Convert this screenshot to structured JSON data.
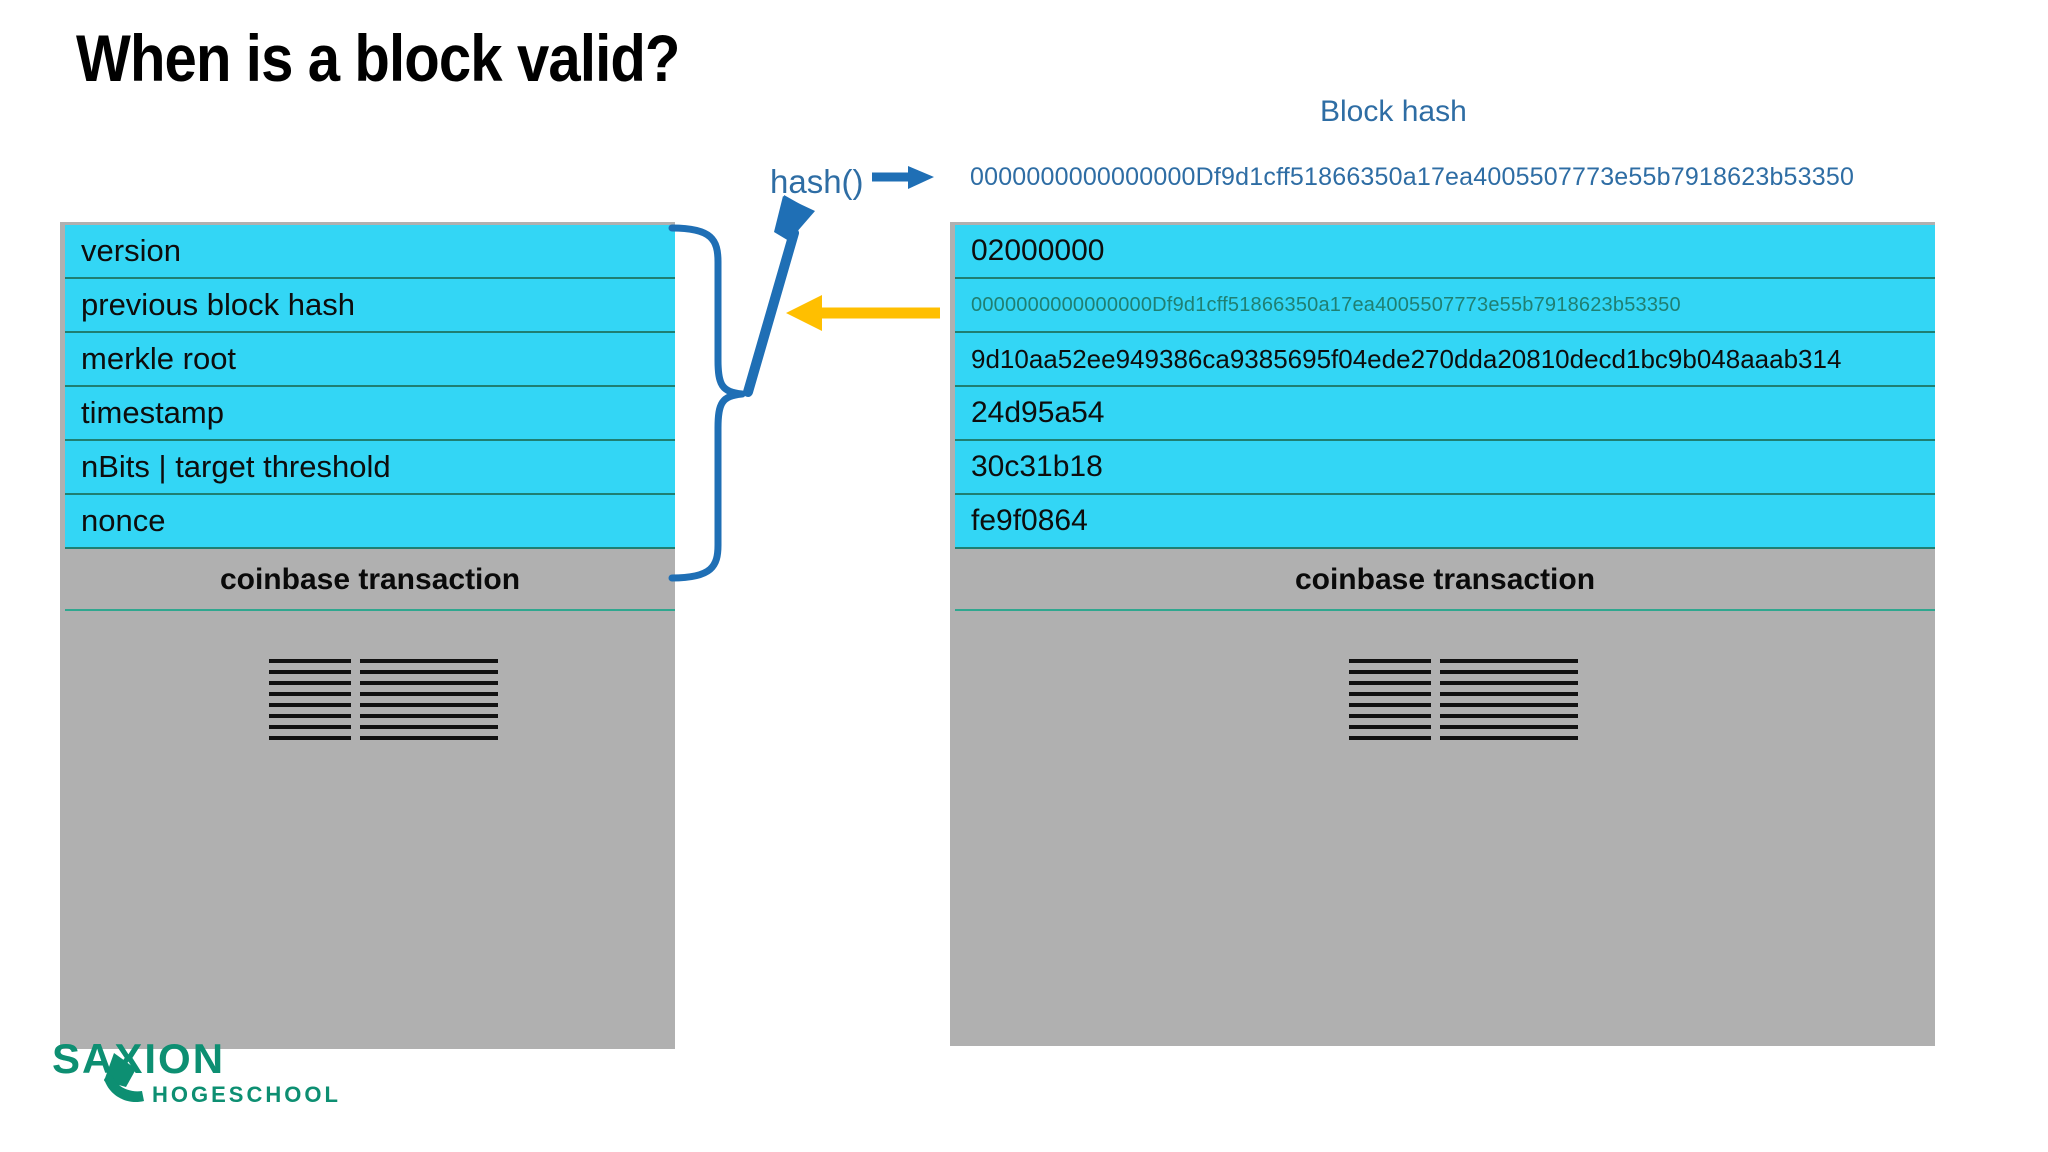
{
  "slide": {
    "title": "When is a block valid?",
    "background": "#ffffff"
  },
  "colors": {
    "header_cyan": "#33d6f5",
    "body_gray": "#b0b0b0",
    "row_border_teal": "#1f7f72",
    "accent_blue": "#1f6fb5",
    "accent_yellow": "#ffbf00",
    "label_blue": "#2e6da4",
    "logo_green": "#0d8f72",
    "hex_teal": "#1f7f72"
  },
  "left_block": {
    "name": "block-schema",
    "header_rows": [
      {
        "label": "version"
      },
      {
        "label": "previous block hash"
      },
      {
        "label": "merkle root"
      },
      {
        "label": "timestamp"
      },
      {
        "label": "nBits | target threshold"
      },
      {
        "label": "nonce"
      }
    ],
    "coinbase_label": "coinbase transaction"
  },
  "right_block": {
    "name": "block-example",
    "header_rows": [
      {
        "label": "02000000",
        "style": "normal"
      },
      {
        "label": "0000000000000000Df9d1cff51866350a17ea4005507773e55b7918623b53350",
        "style": "hexsmall"
      },
      {
        "label": "9d10aa52ee949386ca9385695f04ede270dda20810decd1bc9b048aaab314",
        "style": "normal"
      },
      {
        "label": "24d95a54",
        "style": "normal"
      },
      {
        "label": "30c31b18",
        "style": "normal"
      },
      {
        "label": "fe9f0864",
        "style": "normal"
      }
    ],
    "coinbase_label": "coinbase transaction"
  },
  "annotations": {
    "hash_function_label": "hash()",
    "block_hash_title": "Block hash",
    "block_hash_value": "0000000000000000Df9d1cff51866350a17ea4005507773e55b7918623b53350"
  },
  "logo": {
    "primary": "SAXION",
    "secondary": "HOGESCHOOL"
  }
}
